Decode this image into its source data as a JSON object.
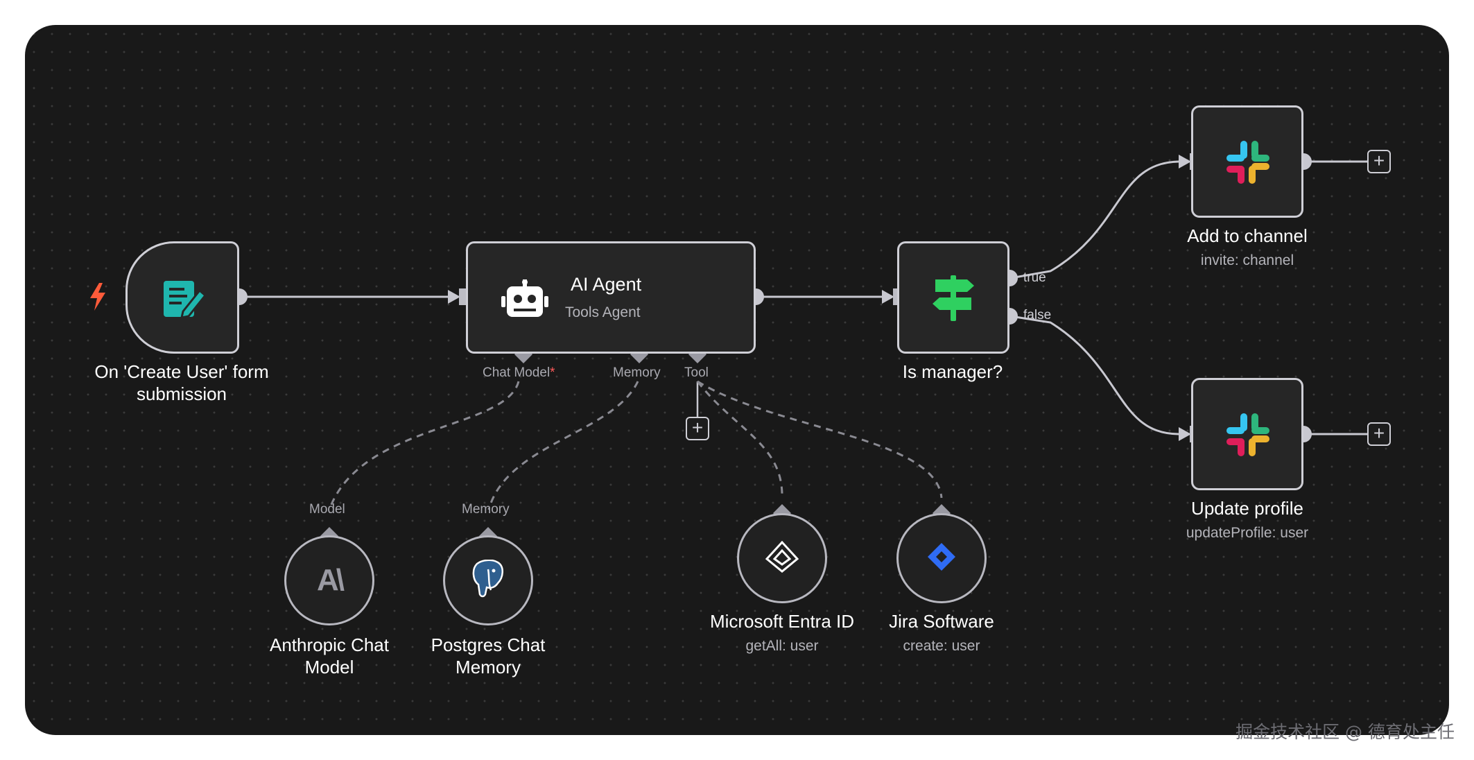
{
  "trigger": {
    "label": "On 'Create User' form submission",
    "icon": "form-icon",
    "trigger_icon": "lightning-icon",
    "trigger_color": "#ff5b3a"
  },
  "agent": {
    "title": "AI Agent",
    "subtitle": "Tools Agent",
    "icon": "robot-icon",
    "ports": {
      "chat_model": "Chat Model",
      "required_mark": "*",
      "memory": "Memory",
      "tool": "Tool"
    }
  },
  "condition": {
    "label": "Is manager?",
    "icon": "signpost-icon",
    "true_label": "true",
    "false_label": "false",
    "icon_color": "#2fd060"
  },
  "slack_add": {
    "title": "Add to channel",
    "subtitle": "invite: channel",
    "icon": "slack-icon"
  },
  "slack_update": {
    "title": "Update profile",
    "subtitle": "updateProfile: user",
    "icon": "slack-icon"
  },
  "anthropic": {
    "port_label": "Model",
    "label_line1": "Anthropic Chat",
    "label_line2": "Model",
    "icon": "anthropic-icon"
  },
  "postgres": {
    "port_label": "Memory",
    "label_line1": "Postgres Chat",
    "label_line2": "Memory",
    "icon": "postgres-elephant-icon"
  },
  "entra": {
    "label": "Microsoft Entra ID",
    "subtitle": "getAll: user",
    "icon": "entra-icon"
  },
  "jira": {
    "label": "Jira Software",
    "subtitle": "create: user",
    "icon": "jira-icon",
    "icon_color": "#2f6cf5"
  },
  "watermark": "掘金技术社区 @ 德育处主任",
  "colors": {
    "canvas": "#191919",
    "node_border": "#cfcfd6",
    "wire": "#c8c8d0",
    "dashed_wire": "#8a8a92"
  }
}
